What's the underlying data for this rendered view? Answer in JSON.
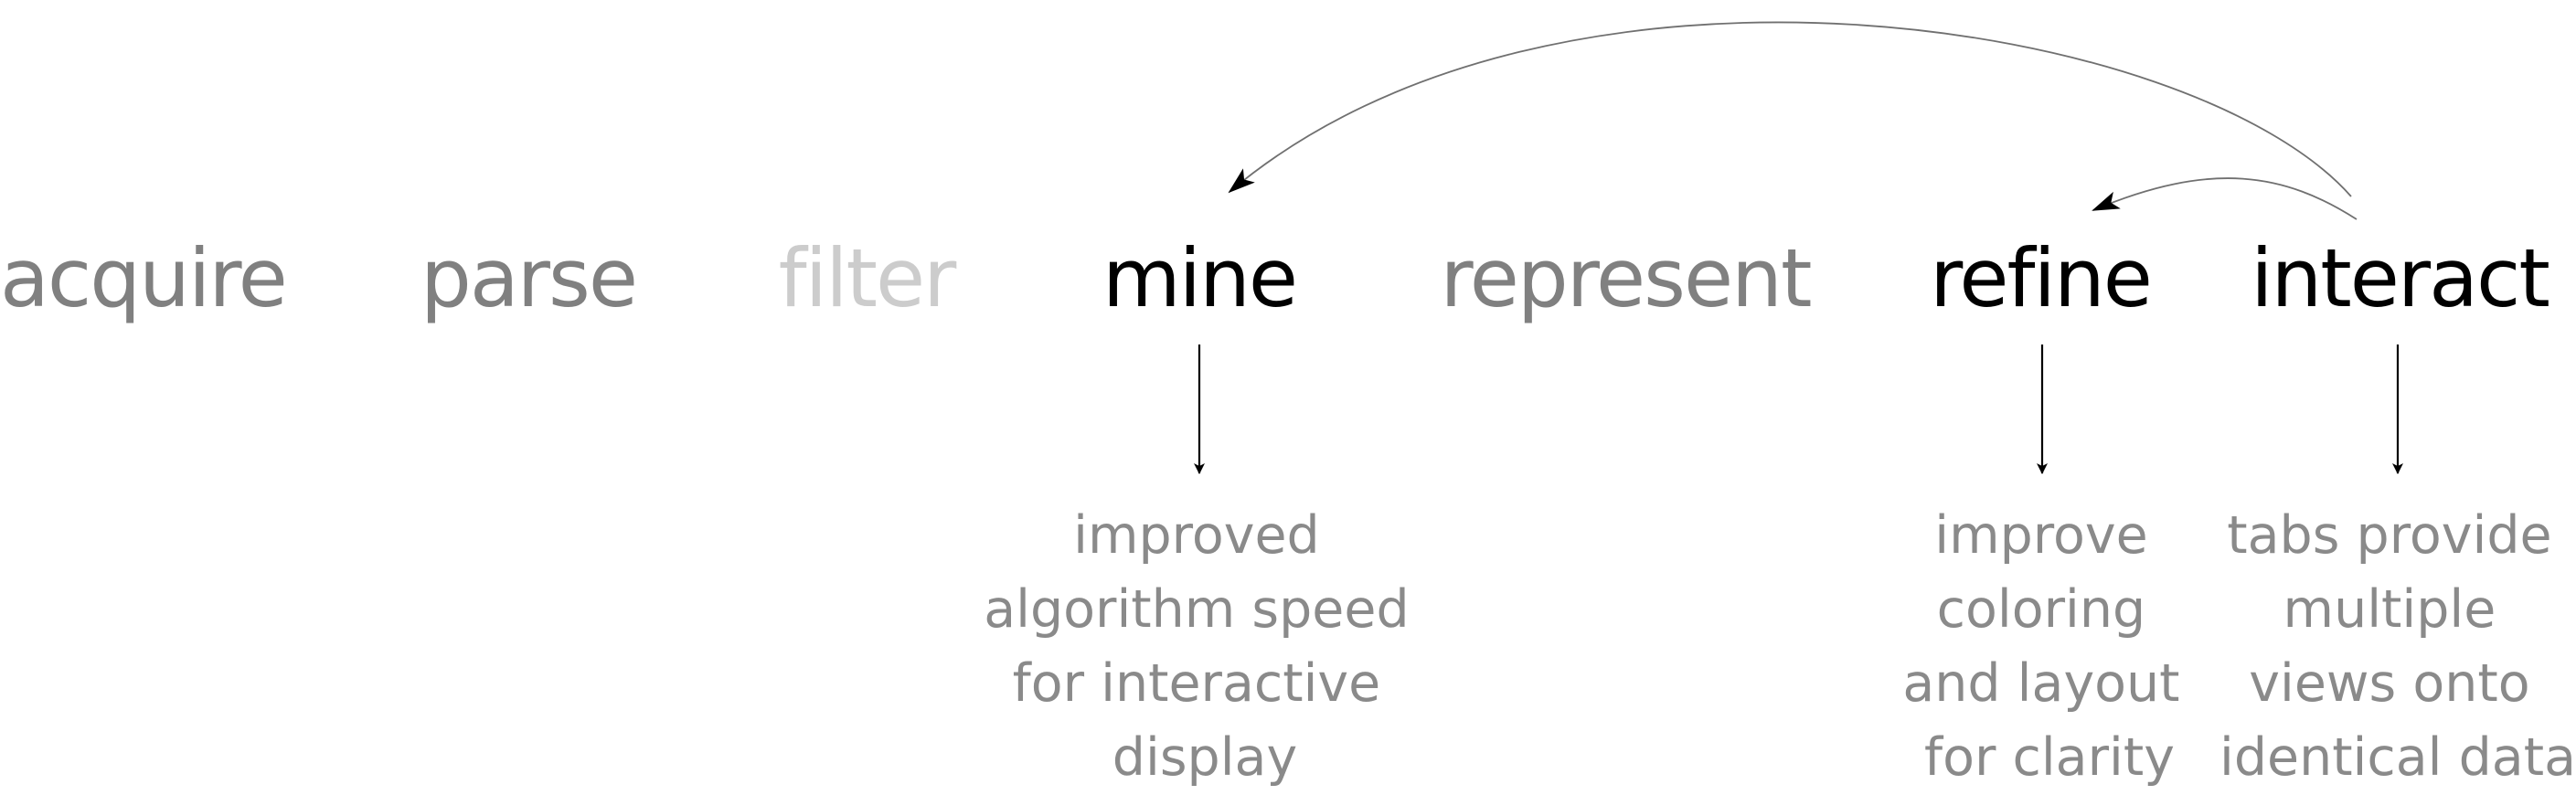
{
  "stages": [
    {
      "id": "acquire",
      "label": "acquire",
      "color": "#808080"
    },
    {
      "id": "parse",
      "label": "parse",
      "color": "#808080"
    },
    {
      "id": "filter",
      "label": "filter",
      "color": "#cccccc"
    },
    {
      "id": "mine",
      "label": "mine",
      "color": "#000000"
    },
    {
      "id": "represent",
      "label": "represent",
      "color": "#808080"
    },
    {
      "id": "refine",
      "label": "refine",
      "color": "#000000"
    },
    {
      "id": "interact",
      "label": "interact",
      "color": "#000000"
    }
  ],
  "notes": {
    "mine": [
      "improved",
      "algorithm speed",
      "for interactive",
      "display"
    ],
    "refine": [
      "improve",
      "coloring",
      "and layout",
      "for clarity"
    ],
    "interact": [
      "tabs provide",
      "multiple",
      "views onto",
      "identical data"
    ]
  },
  "note_color": "#8a8a8a",
  "feedback_arrows": [
    {
      "from": "interact",
      "to": "mine"
    },
    {
      "from": "interact",
      "to": "refine"
    }
  ]
}
